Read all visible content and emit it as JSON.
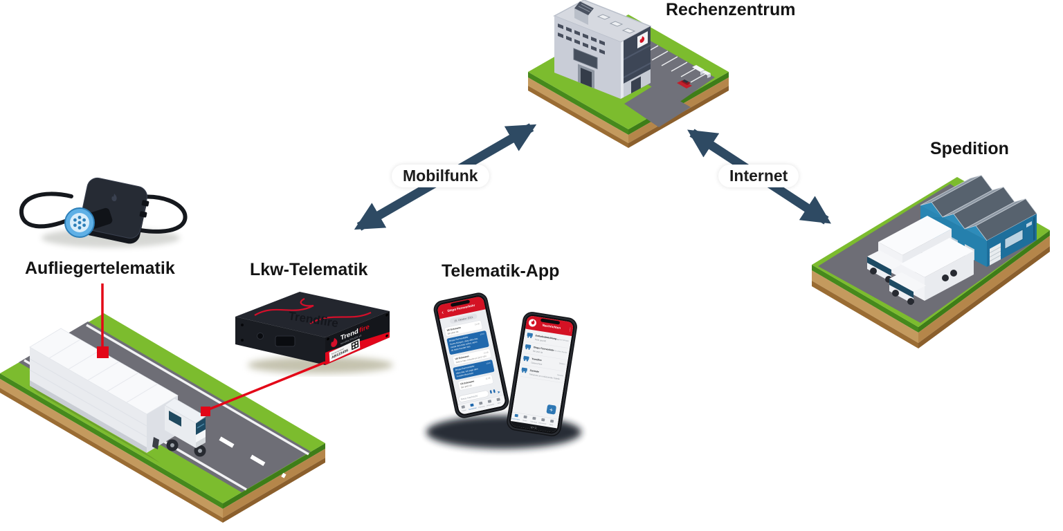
{
  "nodes": {
    "rechenzentrum": {
      "label": "Rechenzentrum"
    },
    "spedition": {
      "label": "Spedition"
    },
    "auflieger": {
      "label": "Aufliegertelematik"
    },
    "lkw": {
      "label": "Lkw-Telematik"
    },
    "app": {
      "label": "Telematik-App"
    }
  },
  "connections": {
    "mobilfunk": {
      "label": "Mobilfunk"
    },
    "internet": {
      "label": "Internet"
    }
  },
  "device_box": {
    "top_brand": "Trendfire",
    "brand_white": "Trend",
    "brand_red": "fire",
    "model": "trendfireTRUCK v3",
    "serial_caption": "Seriennummer",
    "serial": "AB123456"
  },
  "phones": {
    "chat": {
      "back_icon": "‹",
      "title": "Dispo Fernverkehr",
      "date": "15. Oktober 2021",
      "messages": [
        {
          "name": "Uli Eckmann",
          "time": "11:16",
          "lines": [
            "Bin jetzt da"
          ]
        },
        {
          "name": "Dispo Fernverkehr",
          "time": "10:15",
          "lines": [
            "Guten Morgen, okay alles klar,",
            "melde dich bitte sofort, wenn",
            "du beim Kunden bist"
          ]
        },
        {
          "name": "Uli Eckmann",
          "time": "11:16",
          "lines": [
            "SMS in Neu: Ankunft um 10:17 Uhr"
          ]
        },
        {
          "name": "Dispo Fernverkehr",
          "time": "10:25",
          "lines": [
            "Alles klar, ich sage dem",
            "Kunden Bescheid"
          ]
        },
        {
          "name": "Uli Eckmann",
          "time": "11:36",
          "lines": [
            "Bin jetzt da"
          ]
        }
      ],
      "input_placeholder": "Neue Nachricht",
      "send_icon": "➤",
      "nav": [
        "Touren",
        "Nachrichten",
        "Fahrzeug",
        "Dokumente",
        "Mehr"
      ]
    },
    "inbox": {
      "title": "Nachrichten",
      "menu_icon": "⋮",
      "items": [
        {
          "name": "Entladeabwicklung …",
          "sub": "Seite geprüft",
          "time": "Vor zwei Minuten"
        },
        {
          "name": "Dispo Fernverkehr",
          "sub": "Bin jetzt da",
          "time": "Vor einer Stunde"
        },
        {
          "name": "Trendfire",
          "sub": "Datenschutz",
          "time": "Gestern"
        },
        {
          "name": "Zentrale",
          "sub": "Teilnahme an umfassender Tabelle",
          "time": "Gestern"
        }
      ],
      "fab_icon": "+",
      "android_nav": "◁   ○   □",
      "nav": [
        "Nachrichten",
        "Touren",
        "Fahrzeug",
        "Dokumente",
        "Mehr"
      ]
    }
  },
  "colors": {
    "arrow": "#2e4a63",
    "connector_red": "#e30617",
    "brand_red": "#e2061b",
    "grass": "#7cbc2e",
    "dirt": "#c49a5e",
    "asphalt": "#6e6e76",
    "building_glass": "#3d4656",
    "warehouse_blue": "#2580ad",
    "chat_blue": "#2068ad",
    "pill_bg": "#ffffff"
  }
}
